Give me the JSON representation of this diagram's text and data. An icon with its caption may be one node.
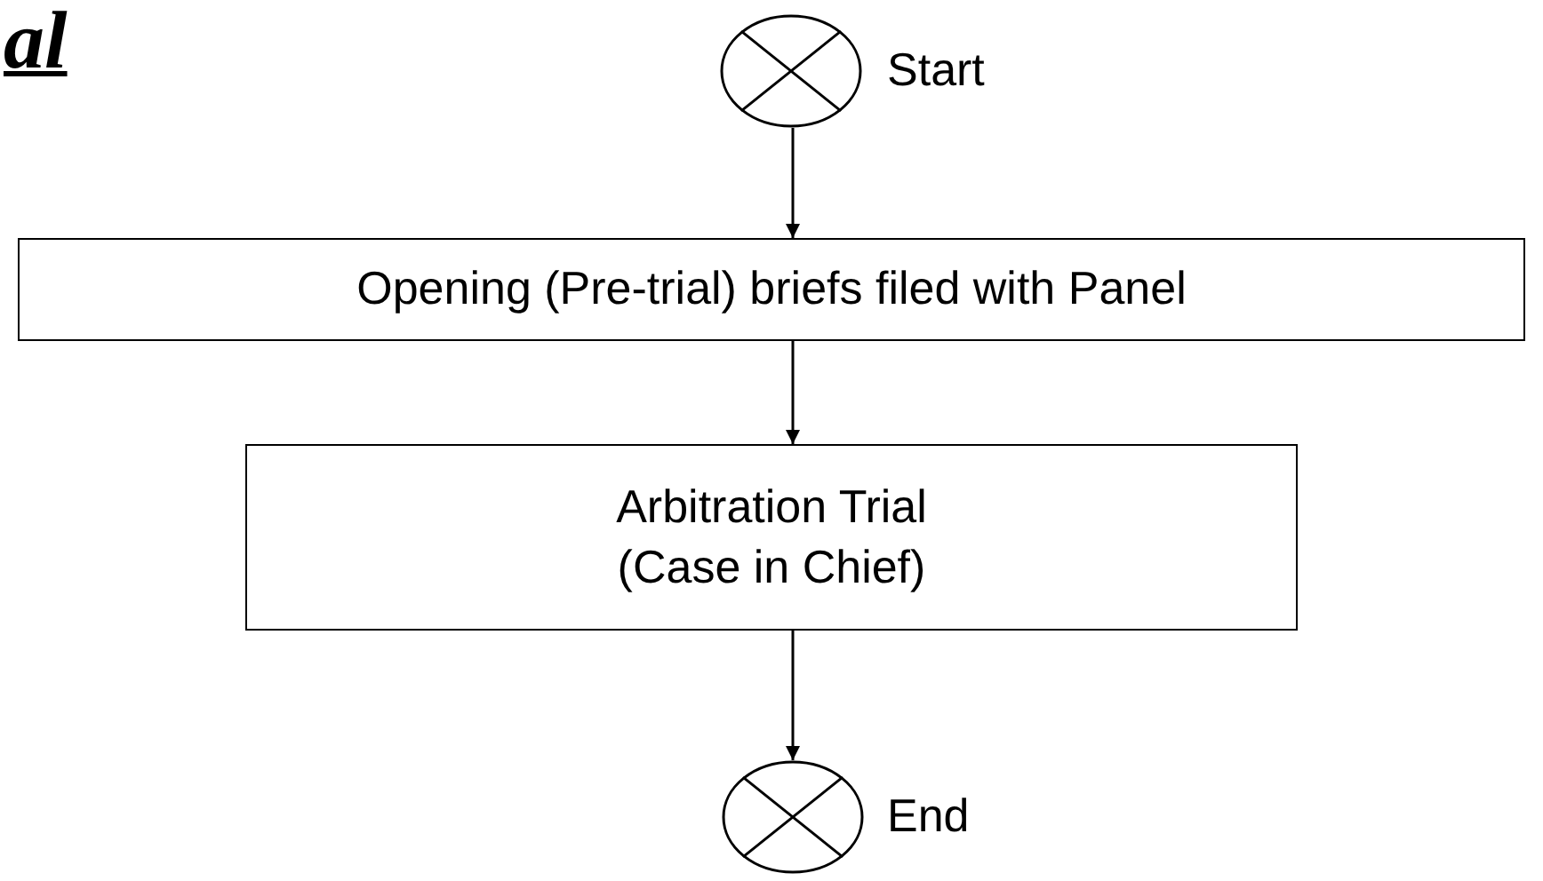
{
  "diagram": {
    "title": "al",
    "nodes": [
      {
        "text": [],
        "shape": "circle",
        "beside": [
          "Start"
        ]
      },
      {
        "text": [
          "Opening (Pre-trial) briefs filed with Panel"
        ]
      },
      {
        "text": [
          "Arbitration Trial (Case in Chief)"
        ]
      },
      {
        "text": [],
        "shape": "circle",
        "beside": [
          "End"
        ]
      }
    ],
    "edges": [
      {
        "from": 0,
        "to": 1,
        "arrow": "to"
      },
      {
        "from": 1,
        "to": 2,
        "arrow": "to"
      },
      {
        "from": 2,
        "to": 3,
        "arrow": "to"
      }
    ]
  }
}
